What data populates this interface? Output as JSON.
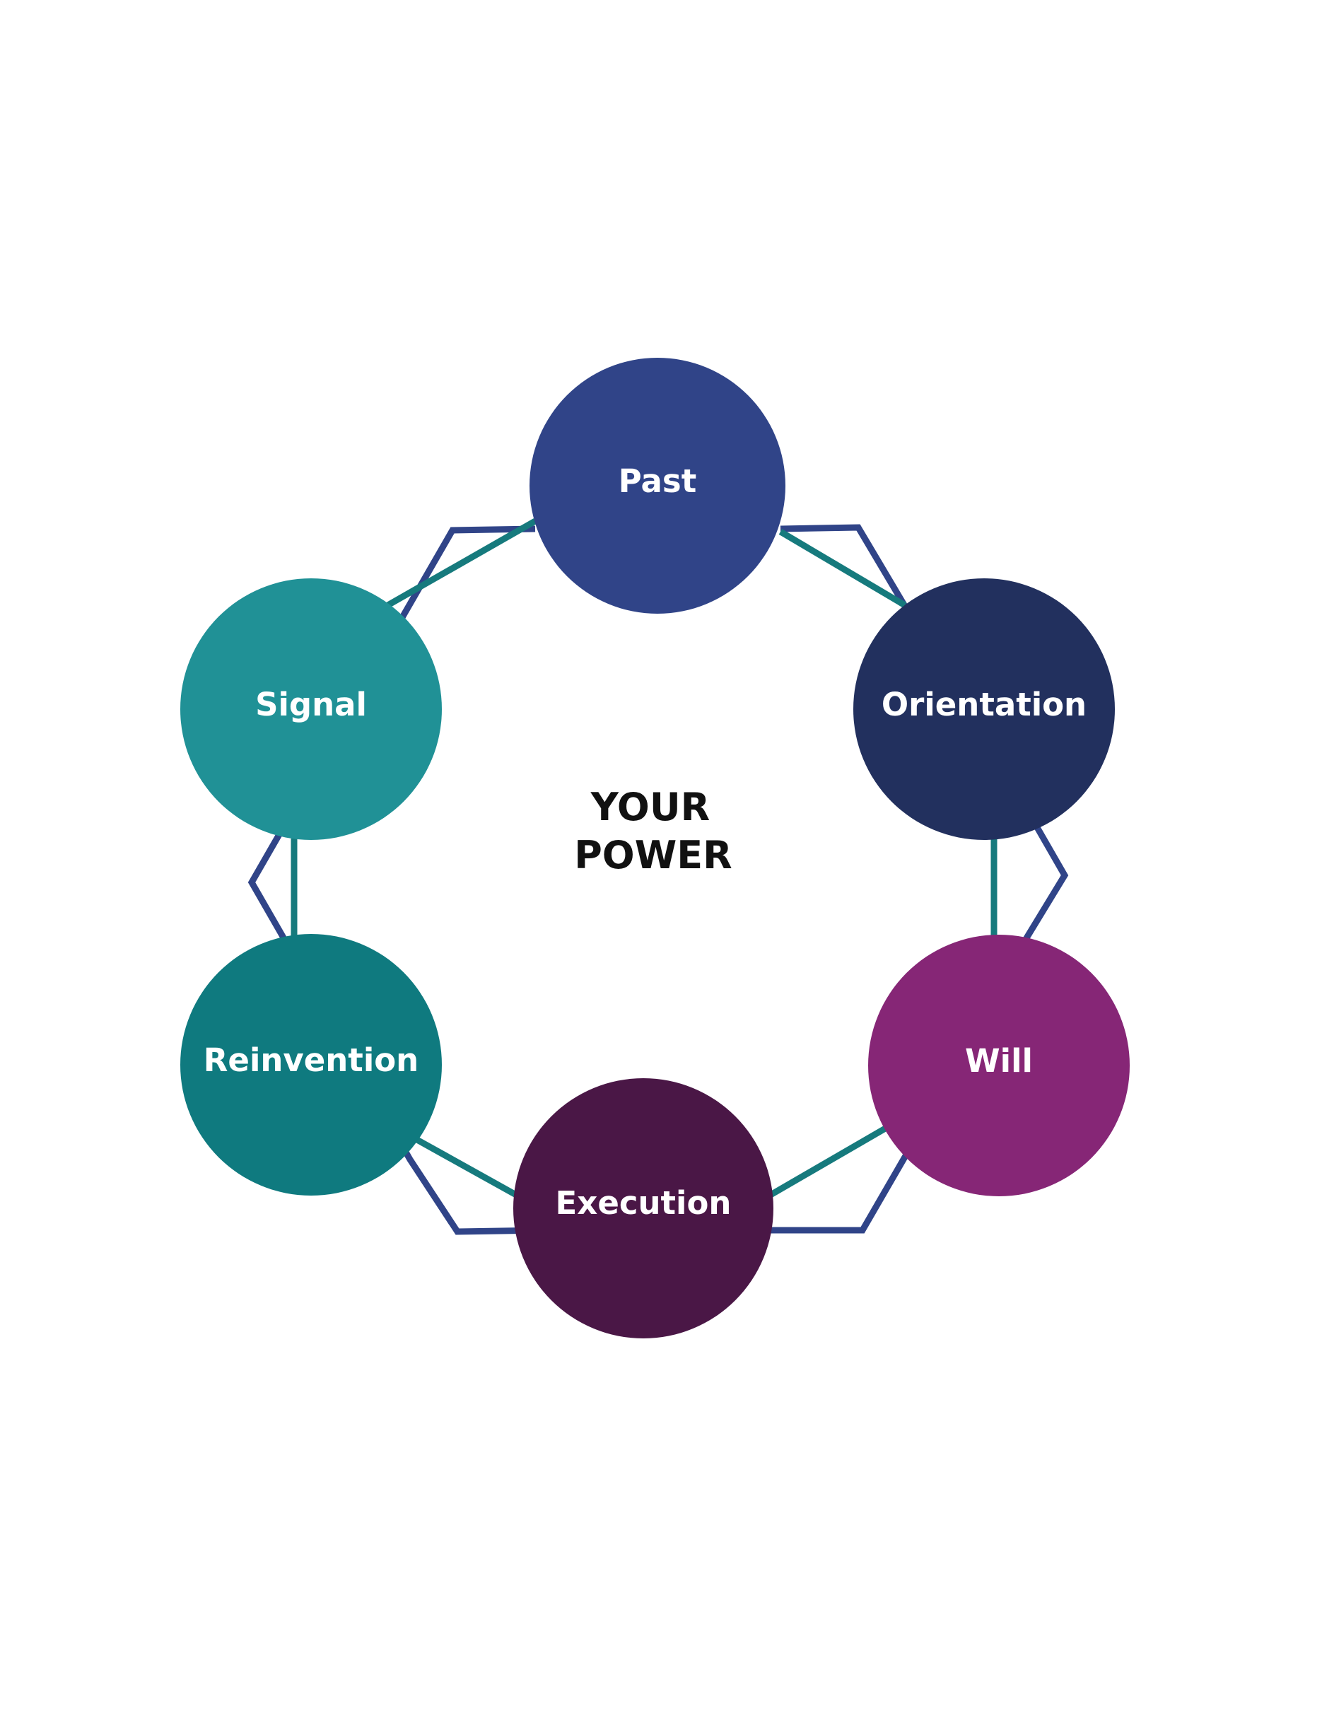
{
  "center": {
    "line1": "YOUR",
    "line2": "POWER"
  },
  "nodes": [
    {
      "id": "past",
      "label": "Past",
      "color": "#304488"
    },
    {
      "id": "orientation",
      "label": "Orientation",
      "color": "#22305E"
    },
    {
      "id": "will",
      "label": "Will",
      "color": "#862676"
    },
    {
      "id": "execution",
      "label": "Execution",
      "color": "#4A1746"
    },
    {
      "id": "reinvention",
      "label": "Reinvention",
      "color": "#0F7A7F"
    },
    {
      "id": "signal",
      "label": "Signal",
      "color": "#209196"
    }
  ],
  "colors": {
    "outline_blue": "#304488",
    "connector_teal": "#167A7D",
    "center_text": "#111111",
    "background": "#FFFFFF"
  }
}
